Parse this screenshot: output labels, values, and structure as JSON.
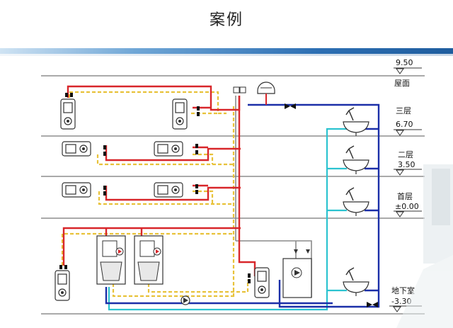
{
  "title": "案例",
  "levels": [
    {
      "elevation": "9.50",
      "name": "屋面"
    },
    {
      "name": "三层",
      "elevation": "6.70"
    },
    {
      "name": "二层",
      "elevation": "3.50"
    },
    {
      "name": "首层",
      "elevation": "±0.00"
    },
    {
      "name": "地下室",
      "elevation": "-3.30"
    }
  ],
  "colors": {
    "supply": "#d8262a",
    "return_dashed": "#e8c23a",
    "cold_water": "#1b2fa8",
    "hot_water": "#2cc3d0",
    "gray_pipe": "#8a8a8a",
    "floor_line": "#555555"
  },
  "icons": [
    "radiator-icon",
    "boiler-icon",
    "pump-icon",
    "sink-icon",
    "valve-icon",
    "expansion-tank-icon",
    "storage-tank-icon"
  ]
}
